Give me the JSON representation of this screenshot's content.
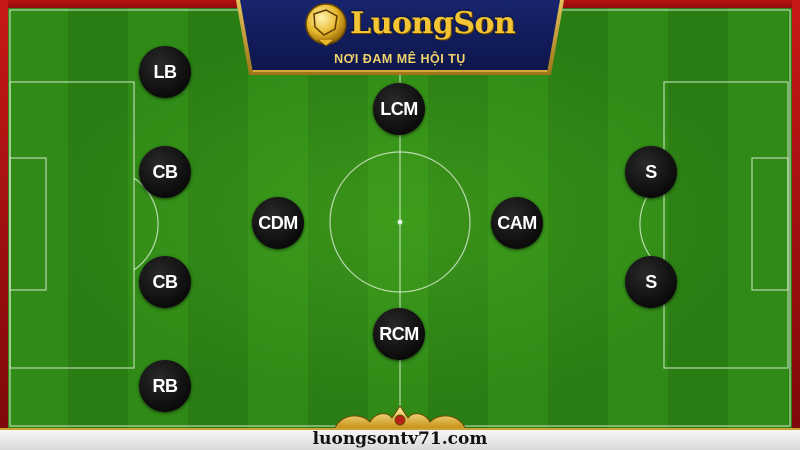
{
  "brand": {
    "logo_emblem": "",
    "logo_text": "LuongSon",
    "tagline": "NƠI ĐAM MÊ HỘI TỤ",
    "accent_color": "#f3c433",
    "banner_color": "#18246e"
  },
  "footer": {
    "url": "luongsontv71.com"
  },
  "players": [
    {
      "label": "LB"
    },
    {
      "label": "CB"
    },
    {
      "label": "CB"
    },
    {
      "label": "RB"
    },
    {
      "label": "CDM"
    },
    {
      "label": "LCM"
    },
    {
      "label": "RCM"
    },
    {
      "label": "CAM"
    },
    {
      "label": "S"
    },
    {
      "label": "S"
    }
  ],
  "colors": {
    "pitch_green": "#2e8616",
    "frame_red": "#c81818",
    "player_fill": "#111111",
    "line_color": "#e8f3e0"
  }
}
